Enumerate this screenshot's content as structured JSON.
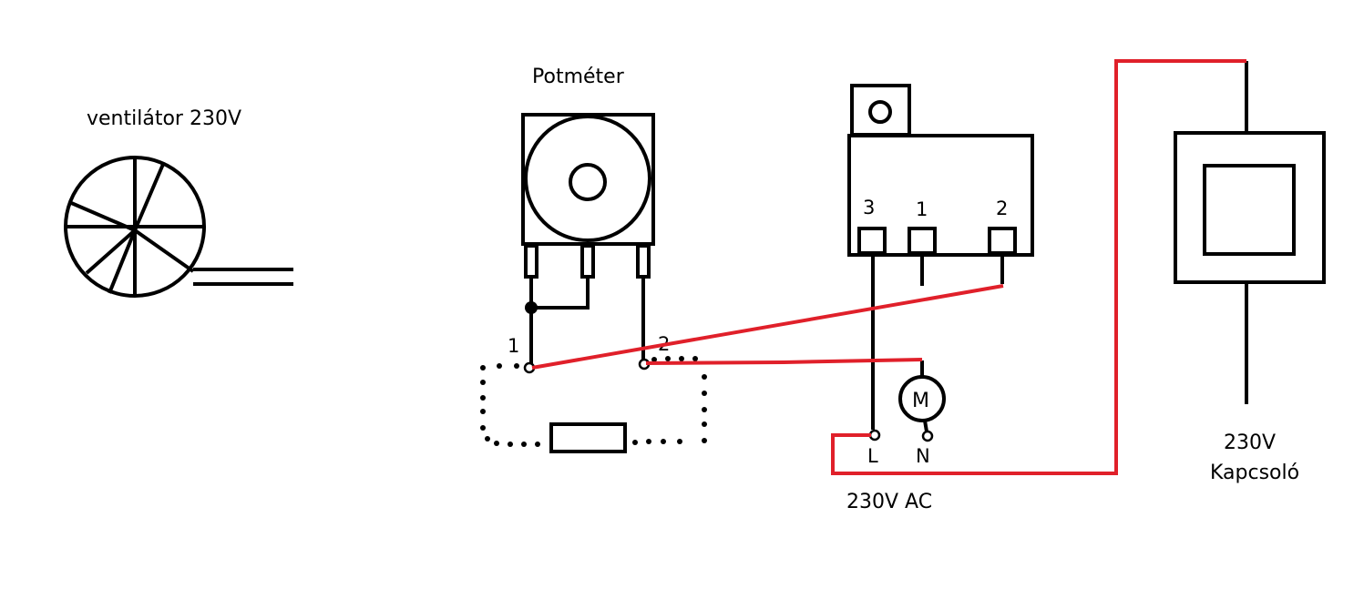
{
  "labels": {
    "fan": "ventilátor  230V",
    "pot": "Potméter",
    "pot_pin_1": "1",
    "pot_pin_2": "2",
    "module_pin_3": "3",
    "module_pin_1": "1",
    "module_pin_2": "2",
    "motor": "M",
    "line": "L",
    "neutral": "N",
    "supply": "230V  AC",
    "switch_voltage": "230V",
    "switch_name": "Kapcsoló"
  },
  "colors": {
    "wire": "#000000",
    "red_wire": "#e0202a"
  }
}
